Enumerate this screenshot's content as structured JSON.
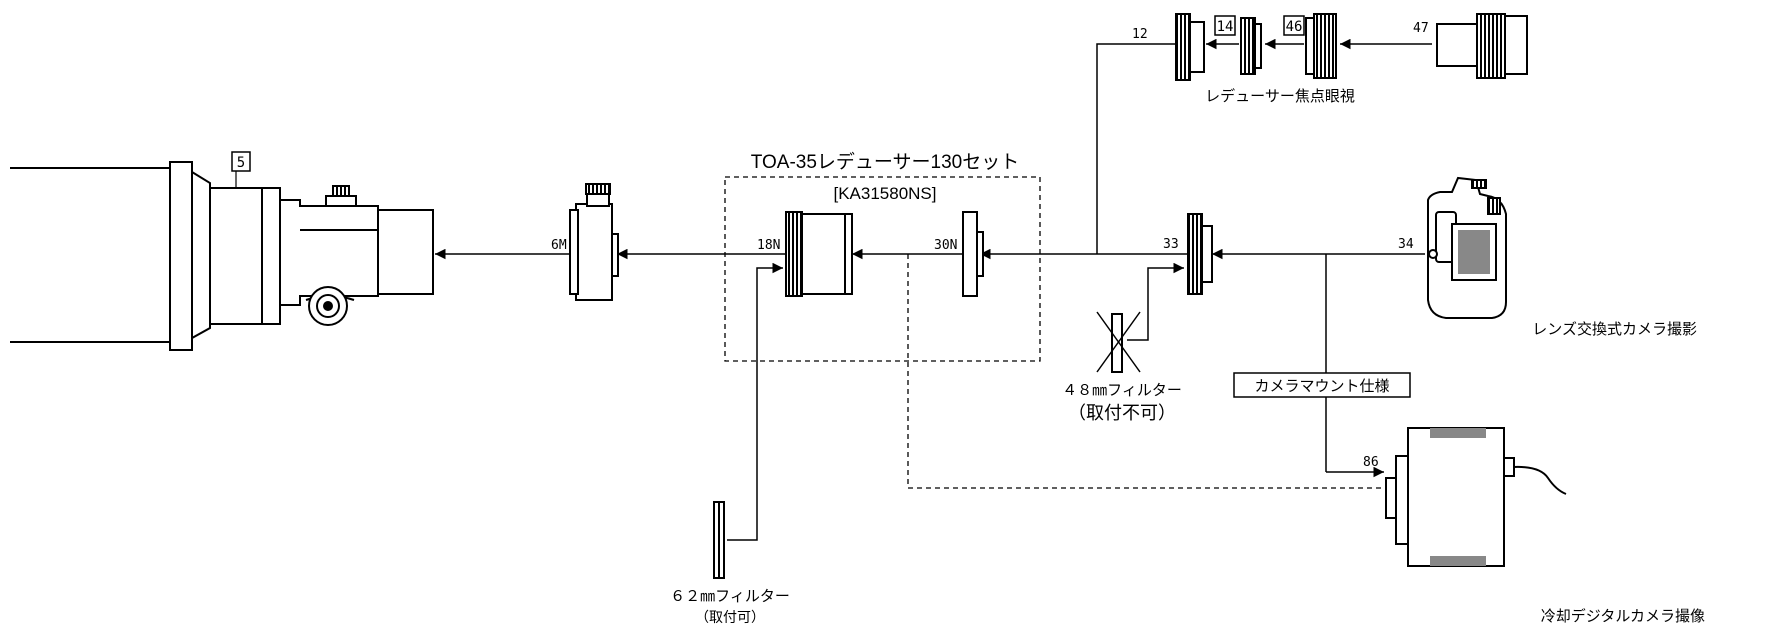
{
  "set": {
    "title": "TOA-35レデューサー130セット",
    "code": "[KA31580NS]"
  },
  "parts": {
    "p5": "5",
    "p6M": "6M",
    "p18N": "18N",
    "p30N": "30N",
    "p33": "33",
    "p34": "34",
    "p12": "12",
    "p14": "14",
    "p46": "46",
    "p47": "47",
    "p86": "86"
  },
  "captions": {
    "reducer_focus": "レデューサー焦点眼視",
    "lens_camera": "レンズ交換式カメラ撮影",
    "camera_mount": "カメラマウント仕様",
    "filter48": "４８㎜フィルター",
    "filter48_note": "（取付不可）",
    "filter62": "６２㎜フィルター",
    "filter62_note": "（取付可）",
    "cooled_camera": "冷却デジタルカメラ撮像"
  }
}
